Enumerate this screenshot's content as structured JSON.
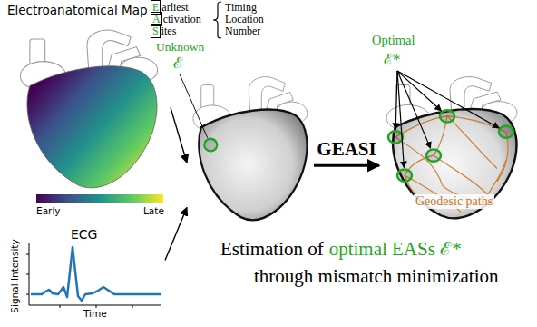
{
  "diagram": {
    "nodes": [
      {
        "text": [
          "Electroanatomical Map"
        ]
      },
      {
        "text": [
          "ECG",
          "Signal Intensity",
          "Time"
        ]
      },
      {
        "text": [
          "Unknown",
          "ℰ"
        ]
      },
      {
        "text": [
          "Optimal",
          "ℰ*",
          "Geodesic paths"
        ]
      }
    ],
    "edges": [
      {
        "from": 0,
        "to": 2,
        "arrow": "to"
      },
      {
        "from": 1,
        "to": 2,
        "arrow": "to"
      },
      {
        "from": 2,
        "to": 3,
        "label": "GEASI",
        "arrow": "to"
      }
    ],
    "labels": [
      "Earliest",
      "Activation",
      "Sites",
      "Timing",
      "Location",
      "Number",
      "Early",
      "Late",
      "Estimation of",
      "optimal EASs ℰ*",
      "through mismatch minimization"
    ]
  }
}
